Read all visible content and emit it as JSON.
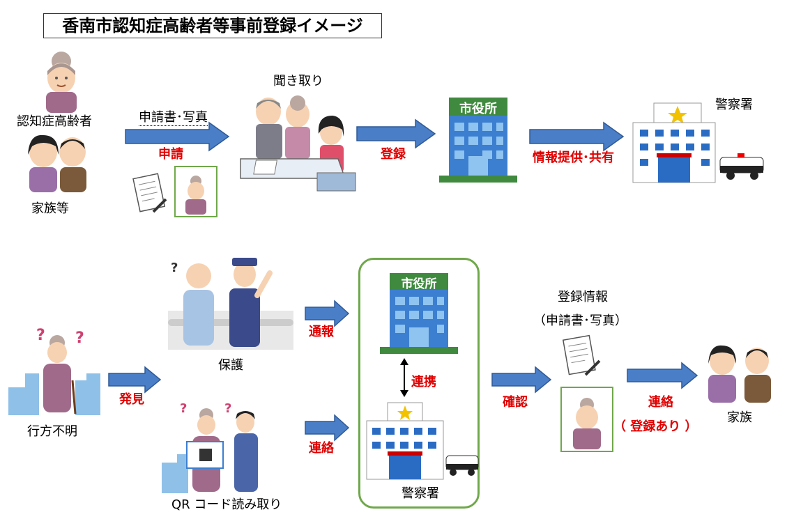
{
  "title": "香南市認知症高齢者等事前登録イメージ",
  "top": {
    "elderly_label": "認知症高齢者",
    "family_label": "家族等",
    "documents_label": "申請書･写真",
    "apply_label": "申請",
    "interview_label": "聞き取り",
    "register_label": "登録",
    "share_label": "情報提供･共有",
    "police_label": "警察署",
    "cityhall_sign": "市役所"
  },
  "bottom": {
    "missing_label": "行方不明",
    "found_label": "発見",
    "protect_label": "保護",
    "qr_label": "QR コード読み取り",
    "report_label": "通報",
    "contact_label": "連絡",
    "cityhall_sign": "市役所",
    "cooperate_label": "連携",
    "police_label": "警察署",
    "confirm_label": "確認",
    "reginfo_label": "登録情報",
    "reginfo_sub": "（申請書･写真）",
    "notify_label": "連絡",
    "registered_label": "（ 登録あり ）",
    "family_label": "家族"
  },
  "colors": {
    "arrow": "#4a7ec7",
    "arrow_border": "#2f5a97",
    "accent_red": "#e00000",
    "frame_green": "#6fa84a",
    "building_green": "#3f8a3e",
    "building_blue": "#3c7fd0",
    "window_blue": "#2a6cc4"
  }
}
